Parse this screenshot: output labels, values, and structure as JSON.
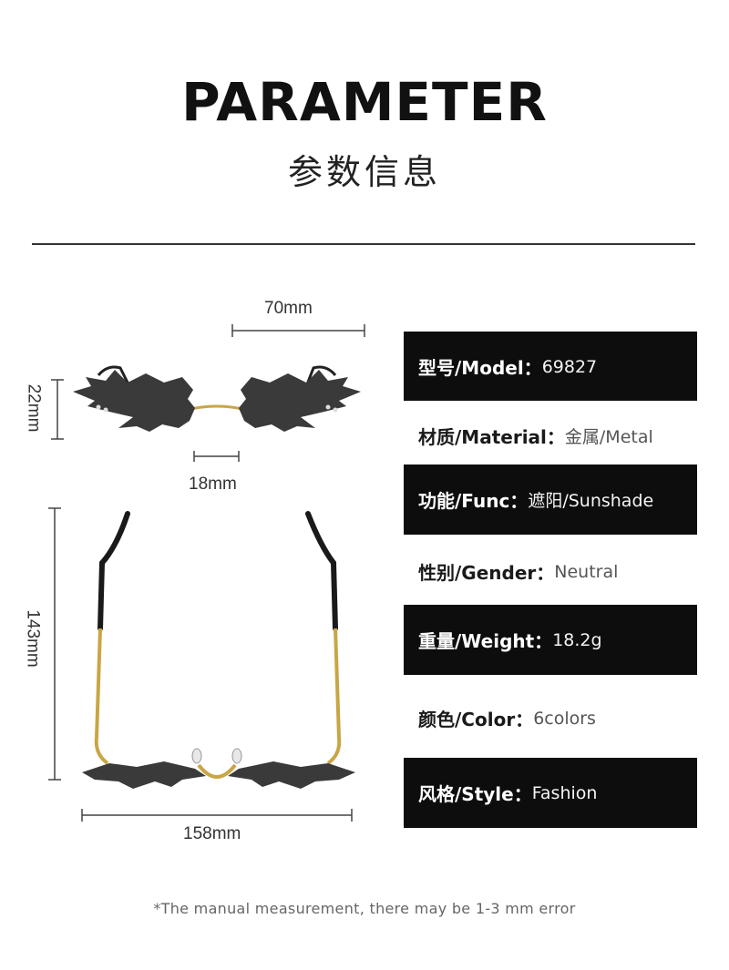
{
  "header": {
    "title": "PARAMETER",
    "subtitle": "参数信息"
  },
  "dimensions": {
    "lens_width": "70mm",
    "lens_height": "22mm",
    "bridge": "18mm",
    "temple_length": "143mm",
    "total_width": "158mm"
  },
  "specs": [
    {
      "label": "型号/Model：",
      "value": "69827"
    },
    {
      "label": "材质/Material：",
      "value": "金属/Metal"
    },
    {
      "label": "功能/Func：",
      "value": "遮阳/Sunshade"
    },
    {
      "label": "性别/Gender：",
      "value": "Neutral"
    },
    {
      "label": "重量/Weight：",
      "value": "18.2g"
    },
    {
      "label": "颜色/Color：",
      "value": "6colors"
    },
    {
      "label": "风格/Style：",
      "value": "Fashion"
    }
  ],
  "footer": {
    "note": "*The manual measurement, there may be 1-3 mm error"
  },
  "colors": {
    "band_dark": "#0d0d0d",
    "frame_gold": "#c9a544",
    "lens_gray": "#3a3a3a"
  }
}
